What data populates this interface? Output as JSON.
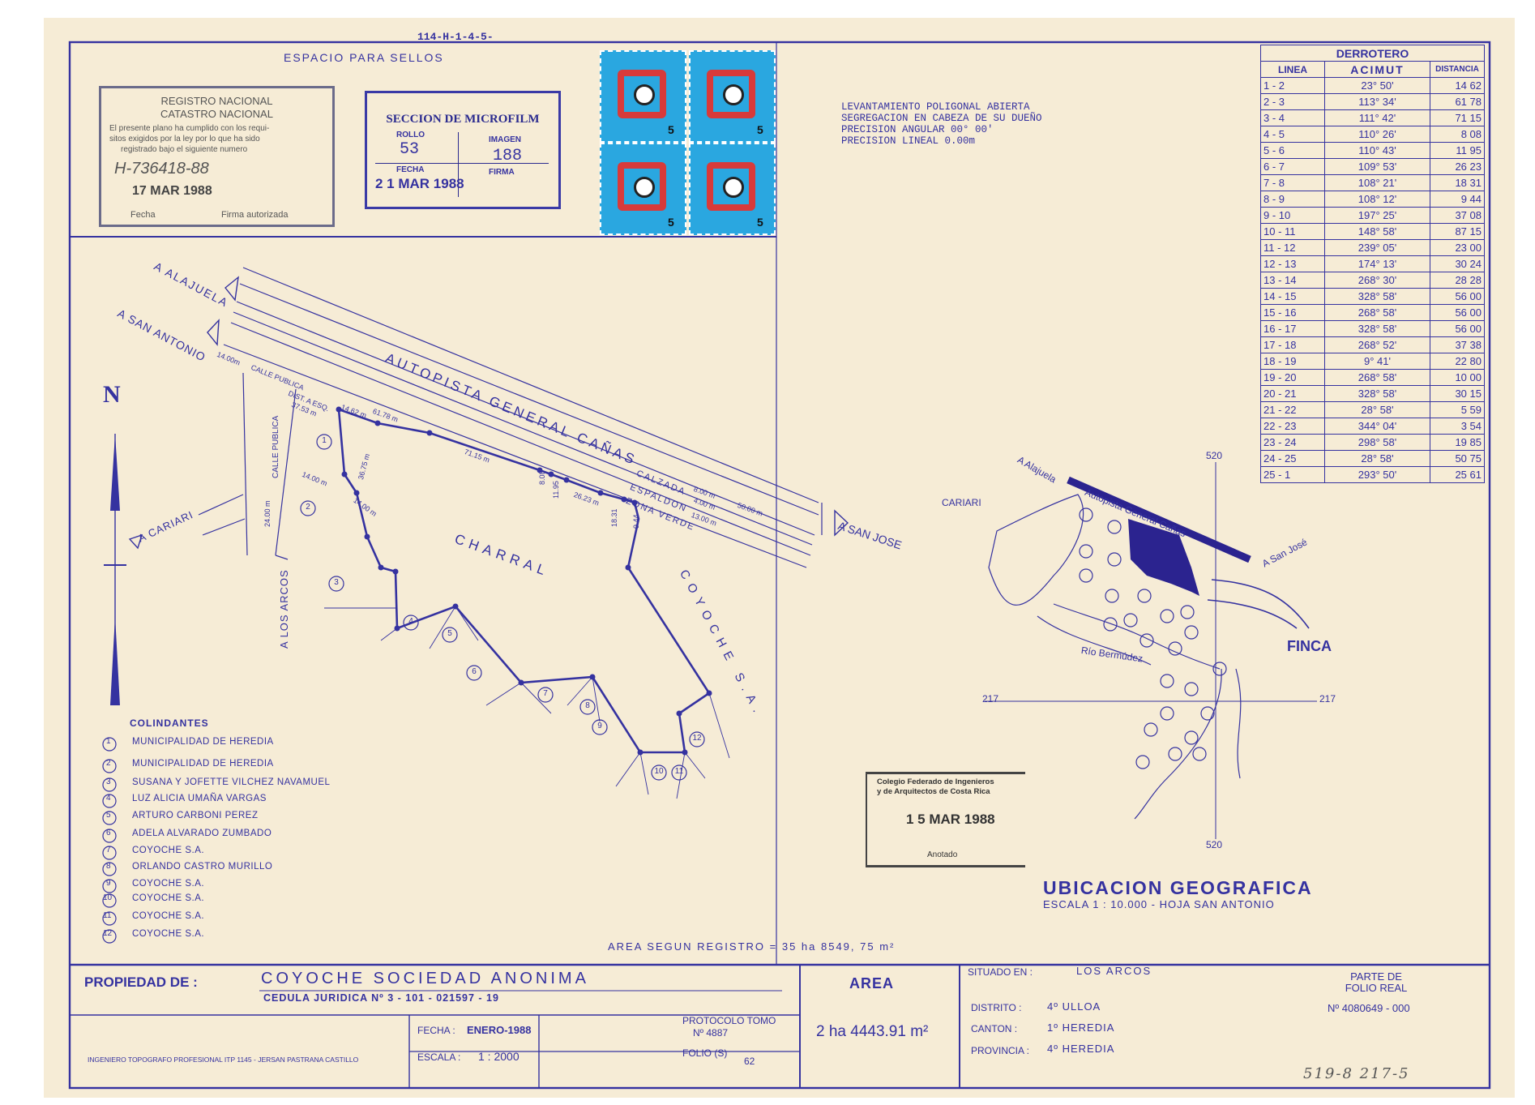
{
  "header": {
    "code": "114-H-1-4-5-",
    "stamp_space": "ESPACIO PARA SELLOS"
  },
  "registry_stamp": {
    "title1": "REGISTRO NACIONAL",
    "title2": "CATASTRO NACIONAL",
    "body": [
      "El presente plano ha cumplido con los requi-",
      "sitos exigidos por la ley por lo que ha sido",
      "registrado bajo el siguiente numero"
    ],
    "number": "H-736418-88",
    "date": "17 MAR 1988",
    "fecha_label": "Fecha",
    "firma_label": "Firma autorizada"
  },
  "microfilm": {
    "title": "SECCION DE MICROFILM",
    "rollo_label": "ROLLO",
    "rollo": "53",
    "imagen_label": "IMAGEN",
    "imagen": "188",
    "fecha_label": "FECHA",
    "fecha": "2 1 MAR 1988",
    "firma_label": "FIRMA"
  },
  "survey_notes": [
    "LEVANTAMIENTO POLIGONAL ABIERTA",
    "SEGREGACION EN CABEZA DE SU DUEÑO",
    "PRECISION ANGULAR 00° 00'",
    "PRECISION LINEAL 0.00m"
  ],
  "derrotero": {
    "title": "DERROTERO",
    "headers": [
      "LINEA",
      "ACIMUT",
      "DISTANCIA"
    ],
    "rows": [
      [
        "1 - 2",
        "23° 50'",
        "14 62"
      ],
      [
        "2 - 3",
        "113° 34'",
        "61 78"
      ],
      [
        "3 - 4",
        "111° 42'",
        "71 15"
      ],
      [
        "4 - 5",
        "110° 26'",
        "8 08"
      ],
      [
        "5 - 6",
        "110° 43'",
        "11 95"
      ],
      [
        "6 - 7",
        "109° 53'",
        "26 23"
      ],
      [
        "7 - 8",
        "108° 21'",
        "18 31"
      ],
      [
        "8 - 9",
        "108° 12'",
        "9 44"
      ],
      [
        "9 - 10",
        "197° 25'",
        "37 08"
      ],
      [
        "10 - 11",
        "148° 58'",
        "87 15"
      ],
      [
        "11 - 12",
        "239° 05'",
        "23 00"
      ],
      [
        "12 - 13",
        "174° 13'",
        "30 24"
      ],
      [
        "13 - 14",
        "268° 30'",
        "28 28"
      ],
      [
        "14 - 15",
        "328° 58'",
        "56 00"
      ],
      [
        "15 - 16",
        "268° 58'",
        "56 00"
      ],
      [
        "16 - 17",
        "328° 58'",
        "56 00"
      ],
      [
        "17 - 18",
        "268° 52'",
        "37 38"
      ],
      [
        "18 - 19",
        "9° 41'",
        "22 80"
      ],
      [
        "19 - 20",
        "268° 58'",
        "10 00"
      ],
      [
        "20 - 21",
        "328° 58'",
        "30 15"
      ],
      [
        "21 - 22",
        "28° 58'",
        "5 59"
      ],
      [
        "22 - 23",
        "344° 04'",
        "3 54"
      ],
      [
        "23 - 24",
        "298° 58'",
        "19 85"
      ],
      [
        "24 - 25",
        "28° 58'",
        "50 75"
      ],
      [
        "25 - 1",
        "293° 50'",
        "25 61"
      ]
    ]
  },
  "map_labels": {
    "alajuela": "A ALAJUELA",
    "san_antonio": "A SAN ANTONIO",
    "autopista": "AUTOPISTA GENERAL CAÑAS",
    "calzada": "CALZADA",
    "espaldon": "ESPALDON",
    "zona_verde": "ZONA VERDE",
    "san_jose": "A SAN JOSE",
    "cariari": "A CARIARI",
    "los_arcos": "A LOS ARCOS",
    "calle_publica": "CALLE PUBLICA",
    "charral": "CHARRAL",
    "coyoche": "COYOCHE S.A.",
    "north": "N",
    "dims": [
      "14.00m",
      "CALLE PUBLICA",
      "DIST. A ESQ.",
      "37.53 m",
      "14.62 m",
      "61.78 m",
      "71.15 m",
      "8.08",
      "11.95",
      "26.23 m",
      "18.31",
      "9.44",
      "8.00 m",
      "4.00 m",
      "13.00 m",
      "50.00 m",
      "36.75 m",
      "14.00 m",
      "24.00 m",
      "14.00 m"
    ]
  },
  "colindantes": {
    "title": "COLINDANTES",
    "items": [
      {
        "n": "1",
        "name": "MUNICIPALIDAD DE HEREDIA"
      },
      {
        "n": "2",
        "name": "MUNICIPALIDAD DE HEREDIA"
      },
      {
        "n": "3",
        "name": "SUSANA Y JOFETTE VILCHEZ NAVAMUEL"
      },
      {
        "n": "4",
        "name": "LUZ ALICIA UMAÑA VARGAS"
      },
      {
        "n": "5",
        "name": "ARTURO CARBONI PEREZ"
      },
      {
        "n": "6",
        "name": "ADELA ALVARADO ZUMBADO"
      },
      {
        "n": "7",
        "name": "COYOCHE S.A."
      },
      {
        "n": "8",
        "name": "ORLANDO CASTRO MURILLO"
      },
      {
        "n": "9",
        "name": "COYOCHE S.A."
      },
      {
        "n": "10",
        "name": "COYOCHE S.A."
      },
      {
        "n": "11",
        "name": "COYOCHE S.A."
      },
      {
        "n": "12",
        "name": "COYOCHE S.A."
      }
    ]
  },
  "colegio_stamp": {
    "line1": "Colegio Federado de Ingenieros",
    "line2": "y de Arquitectos de Costa Rica",
    "date": "1 5 MAR 1988",
    "anotado": "Anotado"
  },
  "location_map": {
    "alajuela": "A Alajuela",
    "autopista": "Autopista General Cañas",
    "cariari": "CARIARI",
    "san_jose": "A San José",
    "rio": "Río Bermúdez",
    "finca": "FINCA",
    "coord_520_top": "520",
    "coord_520_bottom": "520",
    "coord_217_left": "217",
    "coord_217_right": "217"
  },
  "ubicacion": {
    "title": "UBICACION GEOGRAFICA",
    "scale": "ESCALA 1 : 10.000 - HOJA SAN ANTONIO"
  },
  "area_registro": "AREA SEGUN REGISTRO = 35 ha 8549, 75 m²",
  "title_block": {
    "propiedad_label": "PROPIEDAD DE :",
    "owner": "COYOCHE SOCIEDAD ANONIMA",
    "cedula": "CEDULA JURIDICA Nº 3 - 101 - 021597 - 19",
    "engineer": "INGENIERO TOPOGRAFO PROFESIONAL ITP 1145 - JERSAN PASTRANA CASTILLO",
    "fecha_label": "FECHA :",
    "fecha": "ENERO-1988",
    "escala_label": "ESCALA :",
    "escala": "1 : 2000",
    "protocolo_label": "PROTOCOLO TOMO",
    "protocolo": "Nº 4887",
    "folio_label": "FOLIO (S)",
    "folio": "62",
    "area_label": "AREA",
    "area": "2 ha 4443.91 m²",
    "situado_label": "SITUADO EN :",
    "situado": "LOS ARCOS",
    "distrito_label": "DISTRITO :",
    "distrito": "4º ULLOA",
    "canton_label": "CANTON :",
    "canton": "1º HEREDIA",
    "provincia_label": "PROVINCIA :",
    "provincia": "4º HEREDIA",
    "parte_label": "PARTE DE FOLIO REAL",
    "folio_real": "Nº 4080649 - 000"
  },
  "footer_handwritten": "519-8   217-5",
  "colors": {
    "paper": "#f6ecd6",
    "ink": "#3532a0",
    "stamp_blue": "#2aa7e0",
    "stamp_red": "#d83a3a",
    "finca": "#2b238f"
  }
}
